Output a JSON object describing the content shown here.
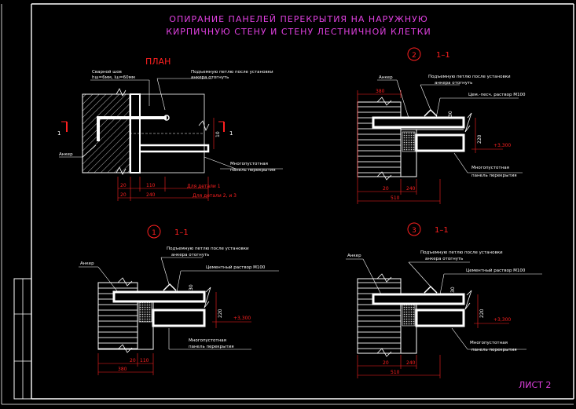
{
  "title": {
    "line1": "ОПИРАНИЕ ПАНЕЛЕЙ ПЕРЕКРЫТИЯ НА НАРУЖНУЮ",
    "line2": "КИРПИЧНУЮ СТЕНУ И СТЕНУ ЛЕСТНИЧНОЙ КЛЕТКИ"
  },
  "sheet_label": "ЛИСТ 2",
  "colors": {
    "title": "#e040e0",
    "lines": "#ffffff",
    "labels": "#ffffff",
    "dims": "#ff2020",
    "heading": "#ff2020",
    "hatch": "#c8c8c8"
  },
  "plan": {
    "heading": "ПЛАН",
    "weld_note_1": "Сварной шов",
    "weld_note_2": "hш=6мм, lш=60мм",
    "loop_note_1": "Подъемную петлю после установки",
    "loop_note_2": "анкера отогнуть",
    "anchor": "Анкер",
    "panel_note_1": "Многопустотная",
    "panel_note_2": "панель перекрытия",
    "section_mark": "1",
    "dim_10": "10",
    "dim_20a": "20",
    "dim_110": "110",
    "dim_20b": "20",
    "dim_240": "240",
    "detail_note_1": "Для детали 1",
    "detail_note_2": "Для детали 2, и 3"
  },
  "details": [
    {
      "num": "1",
      "section": "1–1",
      "anchor": "Анкер",
      "loop_1": "Подъемную петлю после установки",
      "loop_2": "анкера отогнуть",
      "mortar": "Цементный раствор М100",
      "dim_30": "30",
      "dim_220": "220",
      "level": "+3,300",
      "panel_1": "Многопустотная",
      "panel_2": "панель перекрытия",
      "dim_a": "20",
      "dim_b": "110",
      "dim_total": "380"
    },
    {
      "num": "2",
      "section": "1–1",
      "anchor": "Анкер",
      "loop_1": "Подъемную петлю после установки",
      "loop_2": "анкера отогнуть",
      "mortar": "Цем.-песч. раствор М100",
      "dim_30": "30",
      "dim_220": "220",
      "level": "+3,300",
      "panel_1": "Многопустотная",
      "panel_2": "панель перекрытия",
      "dim_top": "380",
      "dim_a": "20",
      "dim_b": "240",
      "dim_total": "510"
    },
    {
      "num": "3",
      "section": "1–1",
      "anchor": "Анкер",
      "loop_1": "Подъемную петлю после установки",
      "loop_2": "анкера отогнуть",
      "mortar": "Цементный раствор М100",
      "dim_30": "30",
      "dim_220": "220",
      "level": "+3,300",
      "panel_1": "Многопустотная",
      "panel_2": "панель перекрытия",
      "dim_a": "20",
      "dim_b": "240",
      "dim_total": "510"
    }
  ]
}
